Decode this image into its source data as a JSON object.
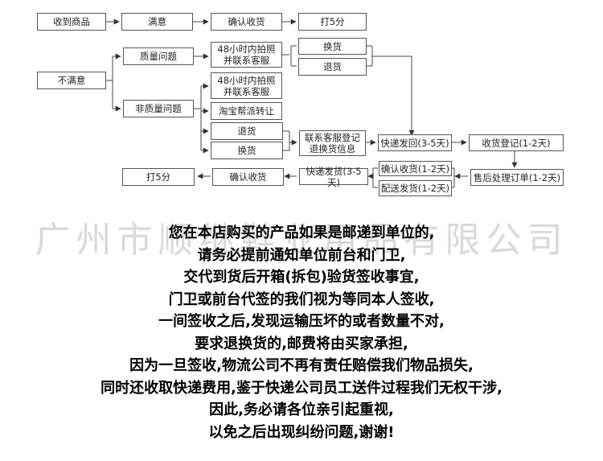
{
  "flowchart": {
    "nodes": {
      "receive_goods": "收到商品",
      "satisfied": "满意",
      "confirm_receipt_top": "确认收货",
      "rate_5_top": "打5分",
      "unsatisfied": "不满意",
      "quality_issue": "质量问题",
      "non_quality_issue": "非质量问题",
      "photo_contact_1": "48小时内拍照\n并联系客服",
      "photo_contact_2": "48小时内拍照\n并联系客服",
      "taobao_transfer": "淘宝帮派转让",
      "exchange_top": "换货",
      "return_top": "退货",
      "return_mid": "退货",
      "exchange_mid": "换货",
      "contact_register": "联系客服登记\n退换货信息",
      "courier_return": "快递发回(3-5天)",
      "receipt_register": "收货登记(1-2天)",
      "aftersale_order": "售后处理订单(1-2天)",
      "confirm_receipt_days": "确认收货(1-2天)",
      "delivery_days": "配送发货(1-2天)",
      "courier_ship": "快递发货(3-5天)",
      "confirm_receipt_bottom": "确认收货",
      "rate_5_bottom": "打5分"
    }
  },
  "watermark": "广州市顺继鞋业用品有限公司",
  "notice": {
    "lines": [
      "您在本店购买的产品如果是邮递到单位的,",
      "请务必提前通知单位前台和门卫,",
      "交代到货后开箱(拆包)验货签收事宜,",
      "门卫或前台代签的我们视为等同本人签收,",
      "一间签收之后,发现运输压坏的或者数量不对,",
      "要求退换货的,邮费将由买家承担,",
      "因为一旦签收,物流公司不再有责任赔偿我们物品损失,",
      "同时还收取快递费用,鉴于快递公司员工送件过程我们无权干涉,",
      "因此,务必请各位亲引起重视,",
      "以免之后出现纠纷问题,谢谢!"
    ]
  }
}
